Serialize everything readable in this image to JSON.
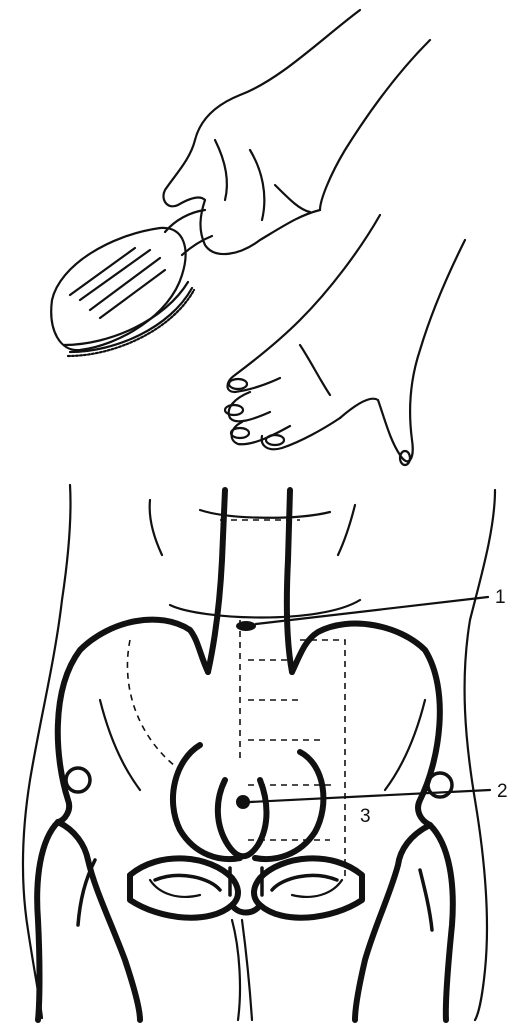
{
  "labels": {
    "l1": "1",
    "l2": "2",
    "l3": "3"
  },
  "colors": {
    "ink": "#111111",
    "paper": "#ffffff"
  }
}
